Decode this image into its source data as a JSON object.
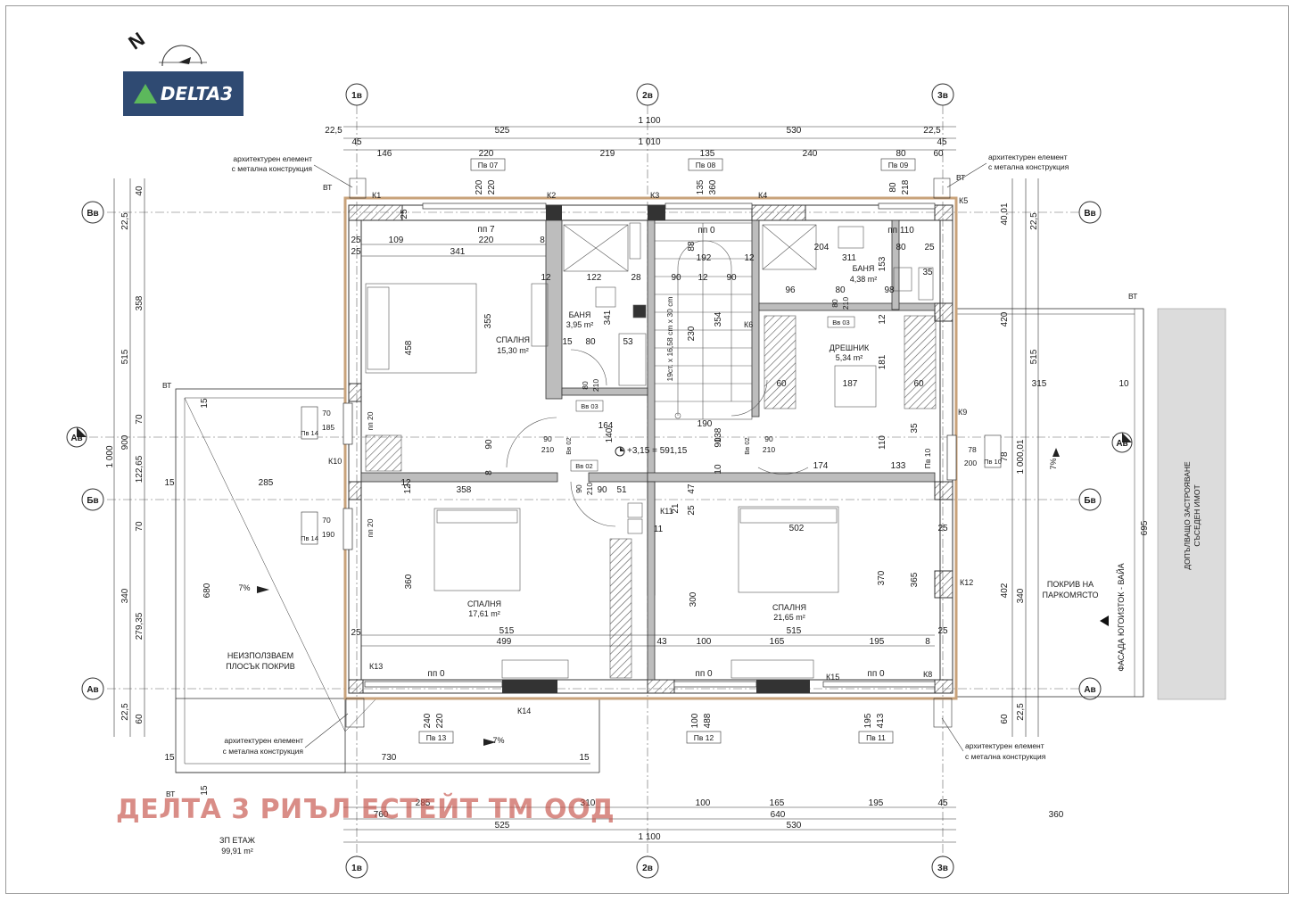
{
  "logo": {
    "text": "DELTA3"
  },
  "north_label": "N",
  "watermark": "ДЕЛТА 3 РИЪЛ ЕСТЕЙТ ТМ ООД",
  "grid_axes": {
    "a1": "1в",
    "a2": "2в",
    "a3": "3в",
    "b1": "Вв",
    "b2": "Бв",
    "b3": "Ав"
  },
  "section_marker": "Ав",
  "dims_top": {
    "total1": "1 100",
    "total2": "1 010",
    "d22a": "22,5",
    "d525": "525",
    "d530": "530",
    "d22b": "22,5",
    "d45a": "45",
    "d45b": "45",
    "d146": "146",
    "d220": "220",
    "d219": "219",
    "d135": "135",
    "d240": "240",
    "d80": "80",
    "d60": "60"
  },
  "dims_bottom": {
    "total": "1 100",
    "d525": "525",
    "d530": "530",
    "d640": "640",
    "d760": "760",
    "d285": "285",
    "d310": "310",
    "d100": "100",
    "d165": "165",
    "d195": "195",
    "d45": "45",
    "d360": "360"
  },
  "dims_left": {
    "total": "1 000",
    "d900": "900",
    "d515": "515",
    "d358": "358",
    "d225a": "22,5",
    "d40": "40",
    "d70a": "70",
    "d12265": "122,65",
    "d70b": "70",
    "d340": "340",
    "d27935": "279,35",
    "d225b": "22,5",
    "d60": "60",
    "d680": "680"
  },
  "dims_right": {
    "total": "1 000,01",
    "d4001": "40,01",
    "d225a": "22,5",
    "d420": "420",
    "d515": "515",
    "d78": "78",
    "d695": "695",
    "d402": "402",
    "d340": "340",
    "d60": "60",
    "d225b": "22,5"
  },
  "windows": [
    {
      "id": "Пв 07",
      "w": "220",
      "h": "220"
    },
    {
      "id": "Пв 08",
      "w": "135",
      "h": "360"
    },
    {
      "id": "Пв 09",
      "w": "80",
      "h": "218"
    },
    {
      "id": "Пв 13",
      "w": "240",
      "h": "220"
    },
    {
      "id": "Пв 12",
      "w": "100",
      "h": "488"
    },
    {
      "id": "Пв 11",
      "w": "195",
      "h": "413"
    },
    {
      "id": "Пв 14",
      "w": "70",
      "h": "185"
    },
    {
      "id": "Пв 14",
      "w": "70",
      "h": "190"
    },
    {
      "id": "Пв 10",
      "w": "78",
      "h": "200"
    }
  ],
  "doors": {
    "vv02a": "Вв 02",
    "vv02b": "Вв 02",
    "vv02c": "Вв 02",
    "vv03a": "Вв 03",
    "vv03b": "Вв 03"
  },
  "columns": [
    "К1",
    "К2",
    "К3",
    "К4",
    "К5",
    "К6",
    "К8",
    "К9",
    "К10",
    "К11",
    "К12",
    "К13",
    "К14",
    "К15"
  ],
  "rooms": [
    {
      "name": "СПАЛНЯ",
      "area": "15,30 m²"
    },
    {
      "name": "БАНЯ",
      "area": "3,95 m²"
    },
    {
      "name": "БАНЯ",
      "area": "4,38 m²"
    },
    {
      "name": "ДРЕШНИК",
      "area": "5,34 m²"
    },
    {
      "name": "СПАЛНЯ",
      "area": "17,61 m²"
    },
    {
      "name": "СПАЛНЯ",
      "area": "21,65 m²"
    }
  ],
  "notes": {
    "arch1": "архитектурен елемент",
    "arch2": "с метална конструкция",
    "unused1": "НЕИЗПОЛЗВАЕМ",
    "unused2": "ПЛОСЪК ПОКРИВ",
    "parking1": "ПОКРИВ НА",
    "parking2": "ПАРКОМЯСТО",
    "facade": "ФАСАДА ЮГОИЗТОК - ВАЙА",
    "neighbor1": "ДОПЪЛВАЩО ЗАСТРОЯВАНЕ",
    "neighbor2": "СЪСЕДЕН ИМОТ",
    "level": "+3,15 = 591,15",
    "stairs": "19ст. x 16,58 cm x 30 cm",
    "slope": "7%",
    "bt": "ВТ",
    "floor_title": "ЗП ЕТАЖ",
    "floor_area": "99,91 m²"
  },
  "inner_dims": {
    "pp7": "пп 7",
    "pp0": "пп 0",
    "pp110": "пп 110",
    "pp20": "пп 20",
    "d109": "109",
    "d220": "220",
    "d8": "8",
    "d341": "341",
    "d355": "355",
    "d458": "458",
    "d122": "122",
    "d28": "28",
    "d53": "53",
    "d80": "80",
    "d15": "15",
    "d12": "12",
    "d192": "192",
    "d90": "90",
    "d230": "230",
    "d354": "354",
    "d88": "88",
    "d204": "204",
    "d311": "311",
    "d96": "96",
    "d98": "98",
    "d35": "35",
    "d153": "153",
    "d25": "25",
    "d60": "60",
    "d187": "187",
    "d181": "181",
    "d164": "164",
    "d140": "140",
    "d190": "190",
    "d138": "138",
    "d174": "174",
    "d133": "133",
    "d110": "110",
    "d358": "358",
    "d51": "51",
    "d47": "47",
    "d21": "21",
    "d11": "11",
    "d502": "502",
    "d360": "360",
    "d300": "300",
    "d370": "370",
    "d365": "365",
    "d515": "515",
    "d499": "499",
    "d43": "43",
    "d100": "100",
    "d165": "165",
    "d195": "195",
    "d285": "285",
    "d315": "315",
    "d10": "10",
    "d730": "730",
    "d210": "210"
  }
}
